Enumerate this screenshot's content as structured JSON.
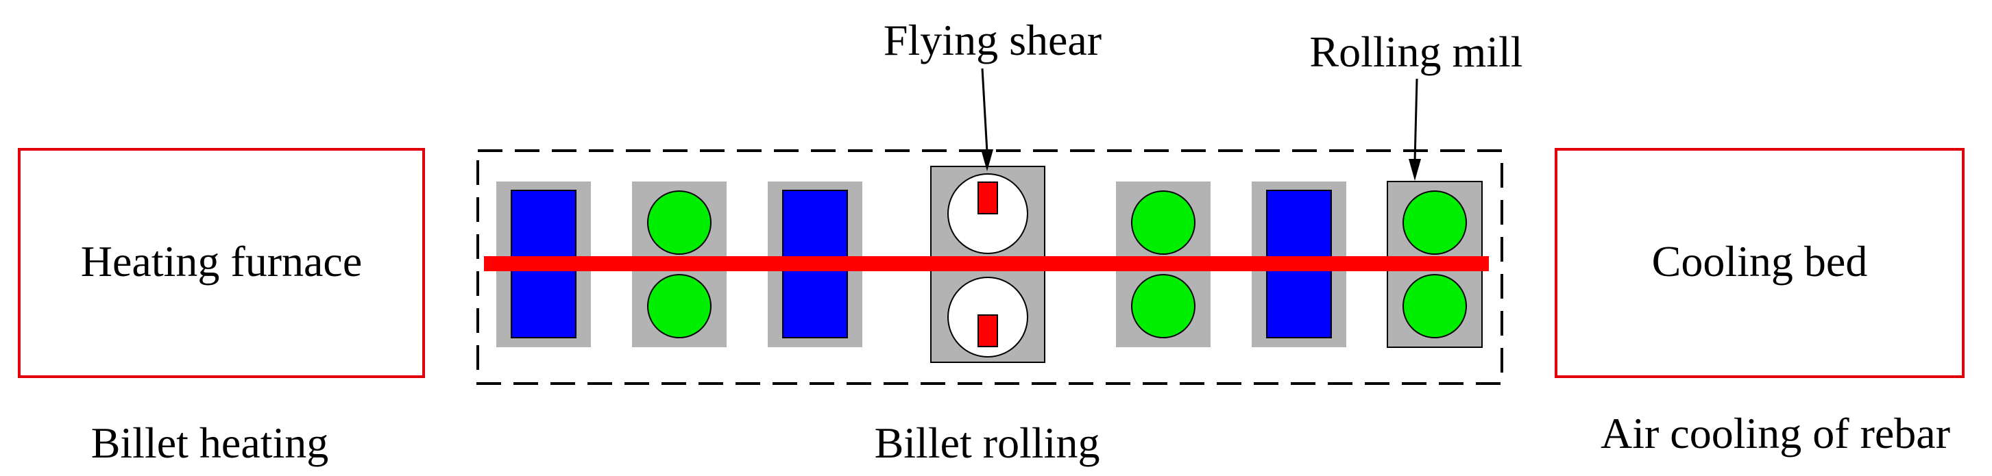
{
  "labels": {
    "heating_furnace": "Heating furnace",
    "cooling_bed": "Cooling bed",
    "flying_shear": "Flying shear",
    "rolling_mill": "Rolling mill",
    "stage_heating": "Billet heating",
    "stage_rolling": "Billet rolling",
    "stage_cooling": "Air cooling of rebar"
  },
  "colors": {
    "box_outline": "#e0000a",
    "rod": "#ff0000",
    "stand_bg": "#b3b3b3",
    "block_fill": "#0000ff",
    "roll_fill": "#00ee00",
    "shear_roll_fill": "#ffffff",
    "blade_fill": "#ff0000",
    "line": "#000000"
  },
  "stands": [
    "vertical-stand",
    "horizontal-stand",
    "vertical-stand",
    "flying-shear",
    "horizontal-stand",
    "vertical-stand",
    "horizontal-stand"
  ]
}
